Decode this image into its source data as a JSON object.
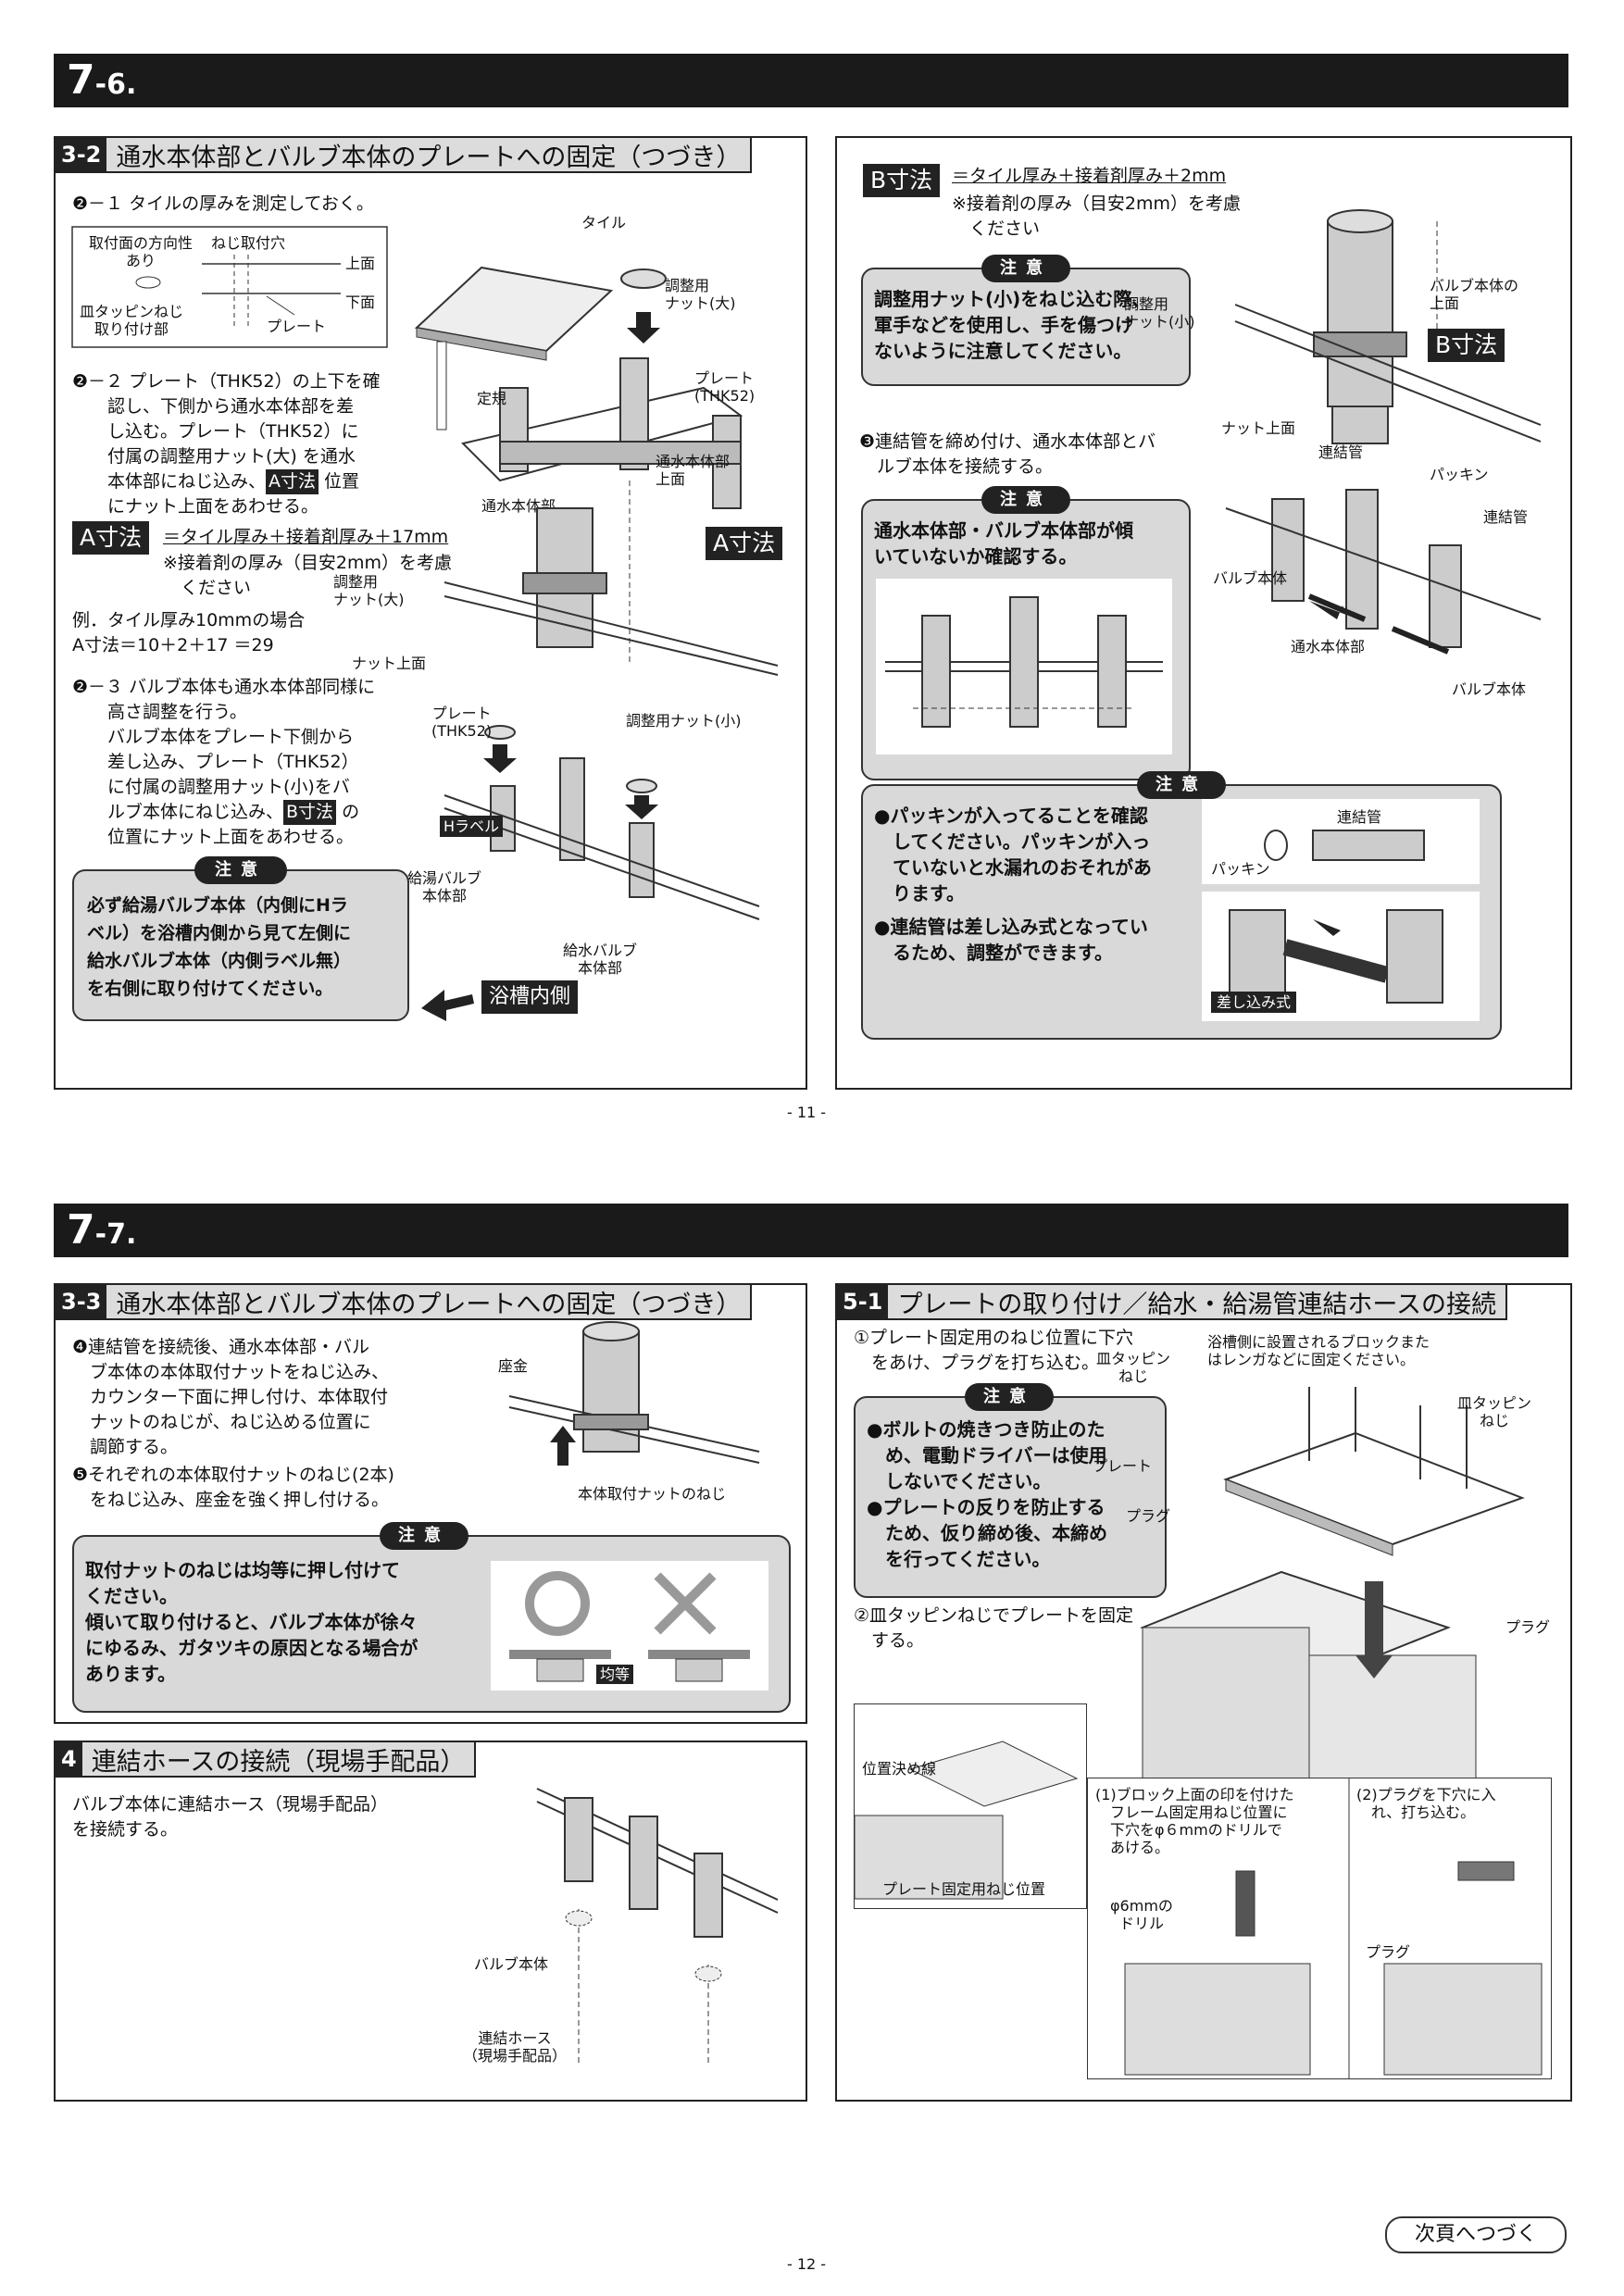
{
  "s76": {
    "heading_num": "7",
    "heading_sub": "-6.",
    "left": {
      "sec_num": "3-2",
      "sec_title": "通水本体部とバルブ本体のプレートへの固定（つづき）",
      "step_2_1": "❷－１ タイルの厚みを測定しておく。",
      "diagram_labels": {
        "direction": "取付面の方向性\nあり",
        "screw_hole": "ねじ取付穴",
        "top": "上面",
        "bottom": "下面",
        "plate": "プレート",
        "tapping": "皿タッピンねじ\n取り付け部"
      },
      "tile_labels": {
        "tile": "タイル",
        "adjust_large": "調整用\nナット(大)",
        "ruler": "定規",
        "plate": "プレート\n(THK52)",
        "water_body": "通水本体部"
      },
      "step_2_2": "❷－２ プレート（THK52）の上下を確\n　　認し、下側から通水本体部を差\n　　し込む。プレート（THK52）に\n　　付属の調整用ナット(大) を通水\n　　本体部にねじ込み、",
      "step_2_2_ref": "A寸法",
      "step_2_2_tail": " 位置\n　　にナット上面をあわせる。",
      "a_dim_label": "A寸法",
      "a_dim_formula": "＝タイル厚み＋接着剤厚み＋17mm",
      "a_dim_note": "※接着剤の厚み（目安2mm）を考慮\n　ください",
      "example": "例．タイル厚み10mmの場合\nA寸法＝10＋2＋17 ＝29",
      "a_labels": {
        "water_top": "通水本体部\n上面",
        "adjust_large": "調整用\nナット(大)",
        "nut_top": "ナット上面",
        "a_box": "A寸法"
      },
      "step_2_3": "❷－３ バルブ本体も通水本体部同様に\n　　高さ調整を行う。\n　　バルブ本体をプレート下側から\n　　差し込み、プレート（THK52）\n　　に付属の調整用ナット(小)をバ\n　　ルブ本体にねじ込み、",
      "step_2_3_ref": "B寸法",
      "step_2_3_tail": " の\n　　位置にナット上面をあわせる。",
      "valve_labels": {
        "plate": "プレート\n(THK52)",
        "adjust_small": "調整用ナット(小)",
        "h_label": "Hラベル",
        "hot_valve": "給湯バルブ\n本体部",
        "cold_valve": "給水バルブ\n本体部",
        "tub_inside": "浴槽内側"
      },
      "caution_badge": "注意",
      "caution_text": "必ず給湯バルブ本体（内側にHラ\nベル）を浴槽内側から見て左側に\n給水バルブ本体（内側ラベル無）\nを右側に取り付けてください。"
    },
    "right": {
      "b_dim_label": "B寸法",
      "b_dim_formula": "＝タイル厚み＋接着剤厚み＋2mm",
      "b_dim_note": "※接着剤の厚み（目安2mm）を考慮\n　ください",
      "b_labels": {
        "adjust_small": "調整用\nナット(小)",
        "valve_top": "バルブ本体の\n上面",
        "b_box": "B寸法",
        "nut_top": "ナット上面"
      },
      "caution1_badge": "注意",
      "caution1_text": "調整用ナット(小)をねじ込む際、\n軍手などを使用し、手を傷つけ\nないように注意してください。",
      "step_3": "❸連結管を締め付け、通水本体部とバ\n　ルブ本体を接続する。",
      "connect_labels": {
        "pipe1": "連結管",
        "packing": "パッキン",
        "pipe2": "連結管",
        "valve1": "バルブ本体",
        "water_body": "通水本体部",
        "valve2": "バルブ本体"
      },
      "caution2_badge": "注意",
      "caution2_text": "通水本体部・バルブ本体部が傾\nいていないか確認する。",
      "caution3_badge": "注意",
      "caution3_text1": "●パッキンが入ってることを確認\n　してください。パッキンが入っ\n　ていないと水漏れのおそれがあ\n　ります。",
      "caution3_text2": "●連結管は差し込み式となってい\n　るため、調整ができます。",
      "packing_labels": {
        "pipe": "連結管",
        "packing": "パッキン",
        "insert": "差し込み式"
      }
    },
    "page_num": "- 11 -"
  },
  "s77": {
    "heading_num": "7",
    "heading_sub": "-7.",
    "left": {
      "sec_num": "3-3",
      "sec_title": "通水本体部とバルブ本体のプレートへの固定（つづき）",
      "step_4": "❹連結管を接続後、通水本体部・バル\n　ブ本体の本体取付ナットをねじ込み、\n　カウンター下面に押し付け、本体取付\n　ナットのねじが、ねじ込める位置に\n　調節する。",
      "step_5": "❺それぞれの本体取付ナットのねじ(2本)\n　をねじ込み、座金を強く押し付ける。",
      "washer": "座金",
      "nut_screw": "本体取付ナットのねじ",
      "caution_badge": "注意",
      "caution_text": "取付ナットのねじは均等に押し付けて\nください。\n傾いて取り付けると、バルブ本体が徐々\nにゆるみ、ガタツキの原因となる場合が\nあります。",
      "even": "均等"
    },
    "hose": {
      "sec_num": "4",
      "sec_title": "連結ホースの接続（現場手配品）",
      "text": "バルブ本体に連結ホース（現場手配品）\nを接続する。",
      "valve": "バルブ本体",
      "hose": "連結ホース\n（現場手配品）"
    },
    "right": {
      "sec_num": "5-1",
      "sec_title": "プレートの取り付け／給水・給湯管連結ホースの接続",
      "step_1": "①プレート固定用のねじ位置に下穴\n　をあけ、プラグを打ち込む。",
      "caution_badge": "注意",
      "caution_text": "●ボルトの焼きつき防止のた\n　め、電動ドライバーは使用\n　しないでください。\n●プレートの反りを防止する\n　ため、仮り締め後、本締め\n　を行ってください。",
      "step_2": "②皿タッピンねじでプレートを固定\n　する。",
      "labels": {
        "tapping1": "皿タッピン\nねじ",
        "block": "浴槽側に設置されるブロックまた\nはレンガなどに固定ください。",
        "tapping2": "皿タッピン\nねじ",
        "plate": "プレート",
        "plug1": "プラグ",
        "plug2": "プラグ",
        "position_line": "位置決め線",
        "plate_screw": "プレート固定用ねじ位置",
        "sub1": "(1)ブロック上面の印を付けた\n　フレーム固定用ねじ位置に\n　下穴をφ６mmのドリルで\n　あける。",
        "sub2": "(2)プラグを下穴に入\n　れ、打ち込む。",
        "drill": "φ6mmの\nドリル",
        "plug3": "プラグ"
      }
    },
    "page_num": "- 12 -",
    "continue": "次頁へつづく"
  }
}
